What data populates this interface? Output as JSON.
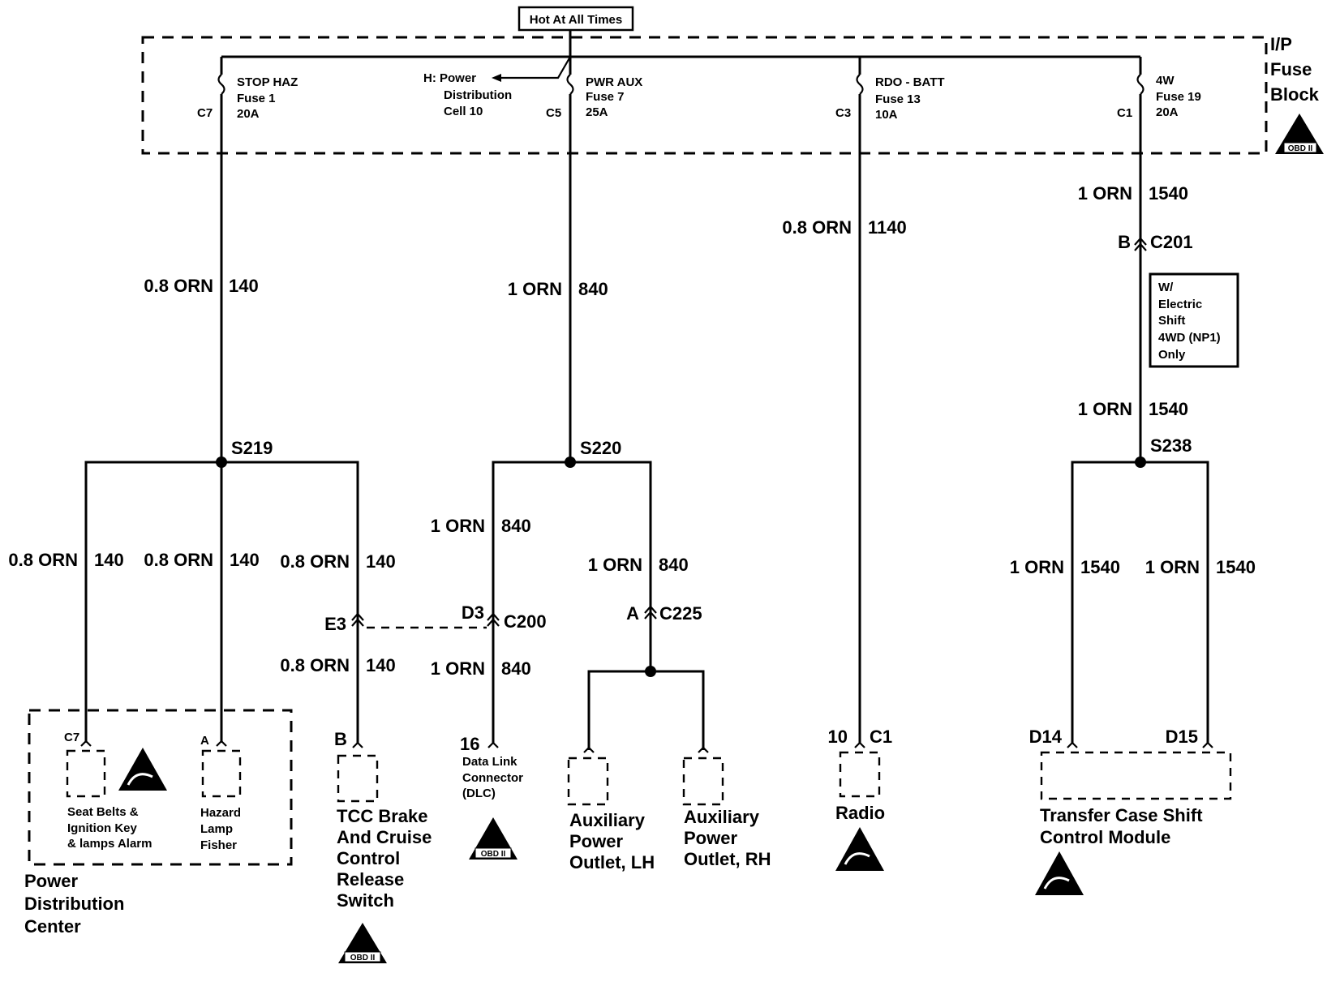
{
  "header_box": "Hot At All Times",
  "fuse_block": {
    "line1": "I/P",
    "line2": "Fuse",
    "line3": "Block"
  },
  "obd_label": "OBD II",
  "fuses": [
    {
      "name": "STOP HAZ",
      "fuse": "Fuse 1",
      "amps": "20A",
      "conn": "C7"
    },
    {
      "name": "PWR AUX",
      "fuse": "Fuse 7",
      "amps": "25A",
      "conn": "C5"
    },
    {
      "name": "RDO - BATT",
      "fuse": "Fuse 13",
      "amps": "10A",
      "conn": "C3"
    },
    {
      "name": "4W",
      "fuse": "Fuse 19",
      "amps": "20A",
      "conn": "C1"
    }
  ],
  "pdc_ref": {
    "line1": "H: Power",
    "line2": "Distribution",
    "line3": "Cell 10"
  },
  "wires": {
    "w1": {
      "gauge": "0.8 ORN",
      "circuit": "140"
    },
    "w2": {
      "gauge": "1 ORN",
      "circuit": "840"
    },
    "w3": {
      "gauge": "0.8 ORN",
      "circuit": "1140"
    },
    "w4a": {
      "gauge": "1 ORN",
      "circuit": "1540"
    },
    "w4b": {
      "gauge": "1 ORN",
      "circuit": "1540"
    },
    "b1": {
      "gauge": "0.8 ORN",
      "circuit": "140"
    },
    "b2": {
      "gauge": "0.8 ORN",
      "circuit": "140"
    },
    "b3": {
      "gauge": "0.8 ORN",
      "circuit": "140"
    },
    "b3b": {
      "gauge": "0.8 ORN",
      "circuit": "140"
    },
    "b4": {
      "gauge": "1 ORN",
      "circuit": "840"
    },
    "b4b": {
      "gauge": "1 ORN",
      "circuit": "840"
    },
    "b5": {
      "gauge": "1 ORN",
      "circuit": "840"
    },
    "b6": {
      "gauge": "1 ORN",
      "circuit": "1540"
    },
    "b7": {
      "gauge": "1 ORN",
      "circuit": "1540"
    }
  },
  "splices": {
    "s219": "S219",
    "s220": "S220",
    "s238": "S238"
  },
  "connectors": {
    "c201_pin": "B",
    "c201": "C201",
    "c200_e3": "E3",
    "c200_d3": "D3",
    "c200": "C200",
    "c225_pin": "A",
    "c225": "C225",
    "pdc_c7": "C7",
    "pdc_a": "A",
    "tcc_b": "B",
    "dlc_16": "16",
    "radio_pin": "10",
    "radio_conn": "C1",
    "tc_d14": "D14",
    "tc_d15": "D15"
  },
  "option_box": {
    "l1": "W/",
    "l2": "Electric",
    "l3": "Shift",
    "l4": "4WD (NP1)",
    "l5": "Only"
  },
  "components": {
    "seat": {
      "l1": "Seat Belts &",
      "l2": "Ignition Key",
      "l3": "& lamps Alarm"
    },
    "hazard": {
      "l1": "Hazard",
      "l2": "Lamp",
      "l3": "Fisher"
    },
    "pdc": {
      "l1": "Power",
      "l2": "Distribution",
      "l3": "Center"
    },
    "tcc": {
      "l1": "TCC Brake",
      "l2": "And Cruise",
      "l3": "Control",
      "l4": "Release",
      "l5": "Switch"
    },
    "dlc": {
      "l1": "Data Link",
      "l2": "Connector",
      "l3": "(DLC)"
    },
    "aux_lh": {
      "l1": "Auxiliary",
      "l2": "Power",
      "l3": "Outlet, LH"
    },
    "aux_rh": {
      "l1": "Auxiliary",
      "l2": "Power",
      "l3": "Outlet, RH"
    },
    "radio": {
      "l1": "Radio"
    },
    "tcscm": {
      "l1": "Transfer Case Shift",
      "l2": "Control Module"
    }
  }
}
